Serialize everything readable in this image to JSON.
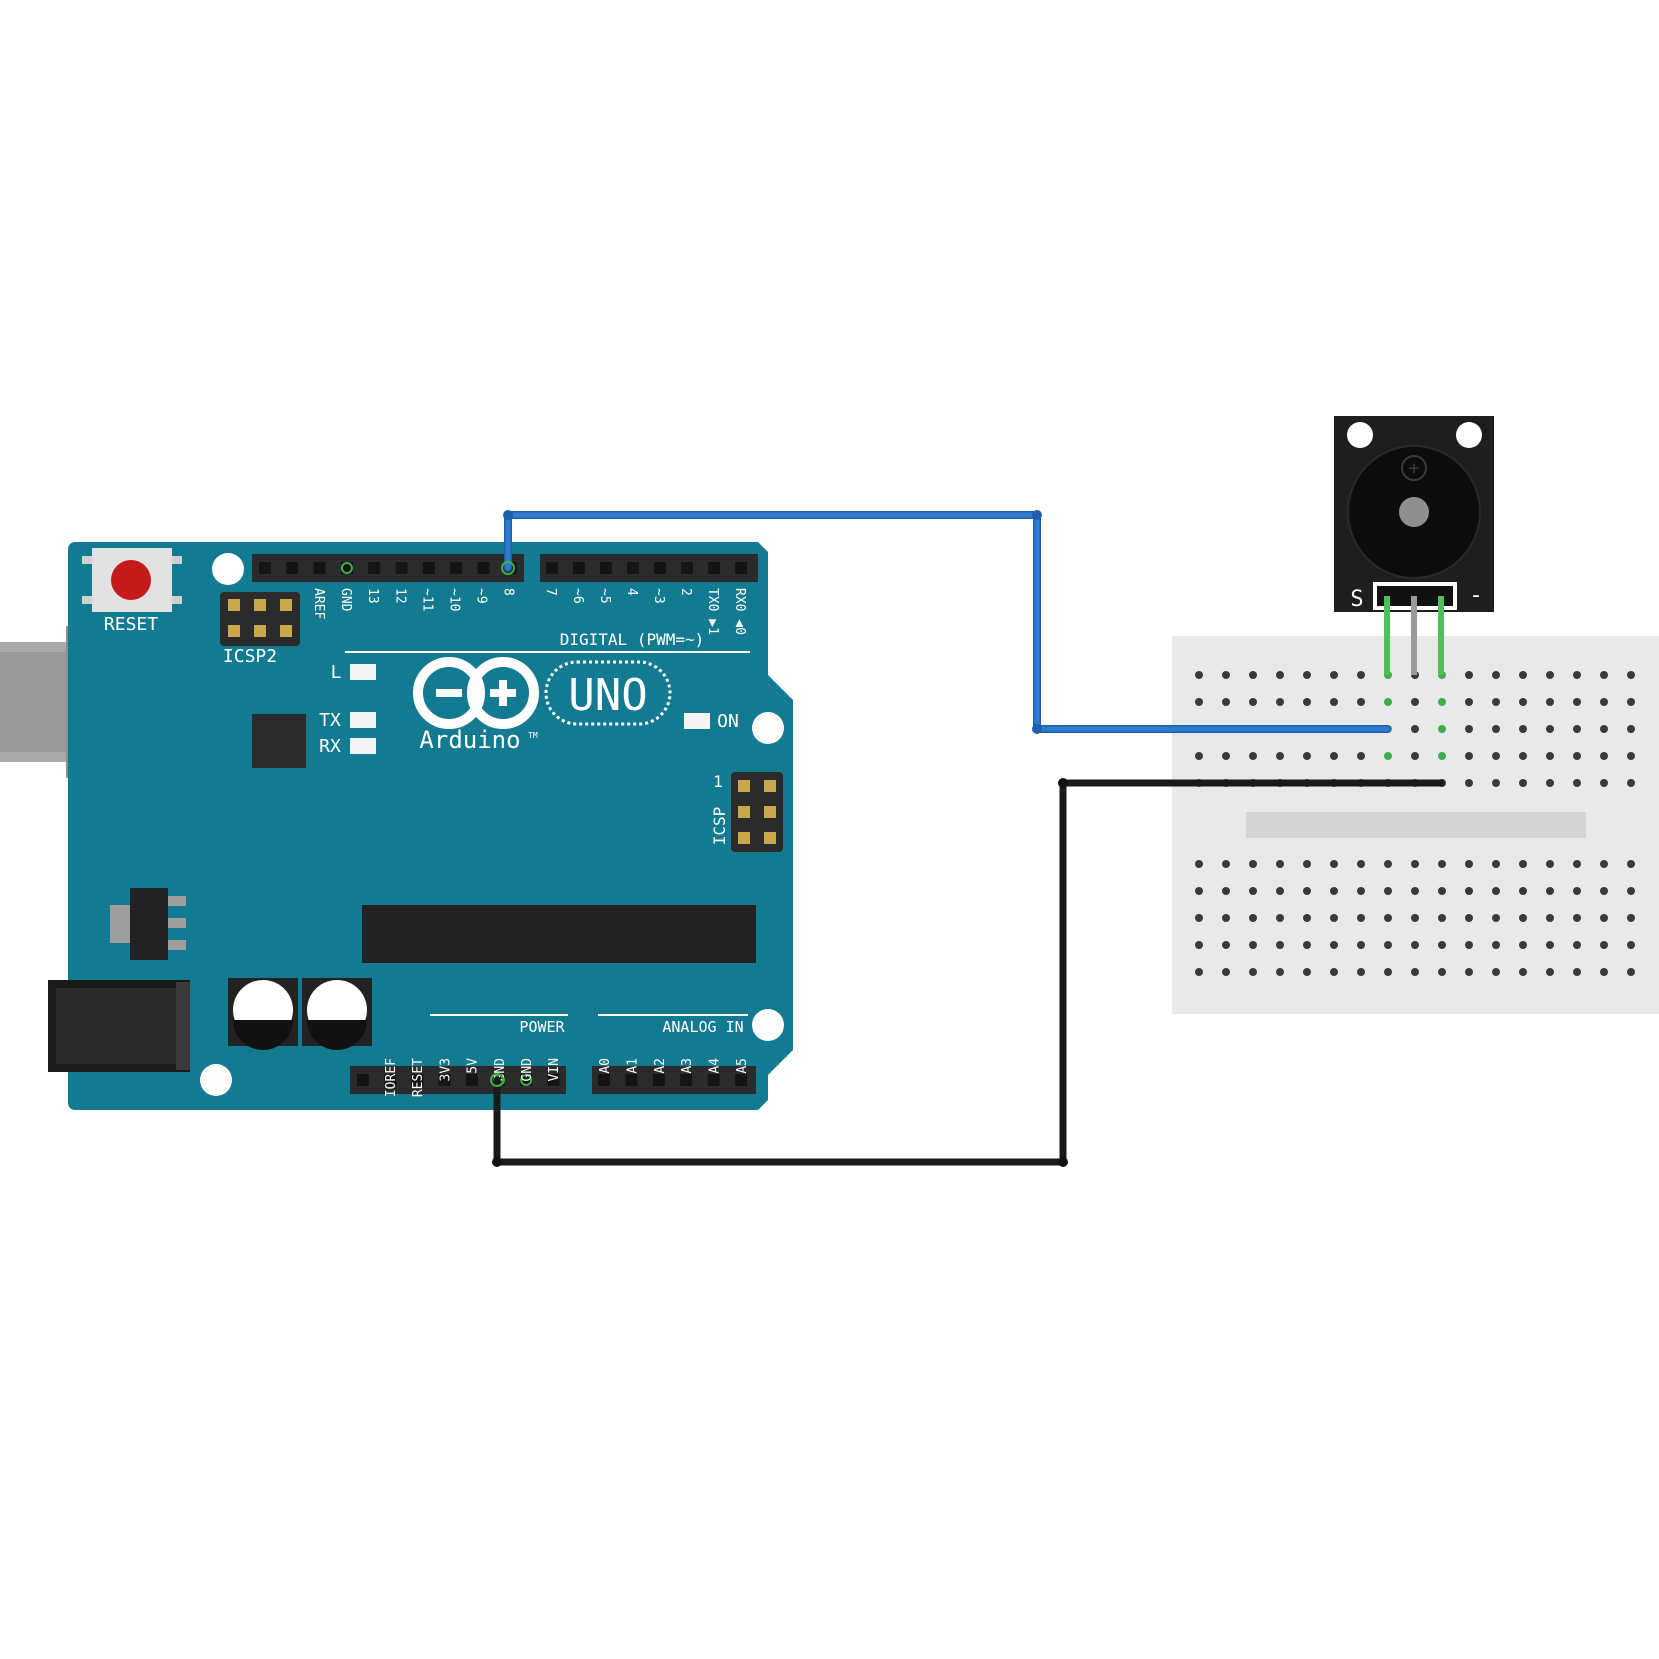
{
  "colors": {
    "board": "#137b91",
    "board_edge": "#0e6a7e",
    "header": "#2b2b2b",
    "pin_hole": "#141414",
    "wire_signal": "#2f7bd0",
    "wire_ground": "#1a1a1a",
    "breadboard": "#e9e9e9",
    "breadboard_hole": "#3a3a3a",
    "connected_pin": "#3fae49",
    "module": "#1e1e1e",
    "reset_button": "#c41a1a"
  },
  "board": {
    "reset_label": "RESET",
    "icsp2_label": "ICSP2",
    "icsp_label": "ICSP",
    "icsp_pin1": "1",
    "led_l": "L",
    "led_tx": "TX",
    "led_rx": "RX",
    "led_on": "ON",
    "logo_text": "Arduino",
    "trademark": "TM",
    "model": "UNO",
    "digital_label": "DIGITAL (PWM=~)",
    "power_label": "POWER",
    "analog_label": "ANALOG IN",
    "digital_pins_left": [
      "AREF",
      "GND",
      "13",
      "12",
      "~11",
      "~10",
      "~9",
      "8"
    ],
    "digital_pins_right": [
      "7",
      "~6",
      "~5",
      "4",
      "~3",
      "2",
      "TX0 ▶1",
      "RX0 ◀0"
    ],
    "power_pins": [
      "IOREF",
      "RESET",
      "3V3",
      "5V",
      "GND",
      "GND",
      "VIN"
    ],
    "analog_pins": [
      "A0",
      "A1",
      "A2",
      "A3",
      "A4",
      "A5"
    ]
  },
  "module": {
    "signal_label": "S",
    "minus_label": "-",
    "plus_symbol": "+"
  },
  "connections": [
    {
      "from": "8",
      "to": "S",
      "color": "blue"
    },
    {
      "from": "GND",
      "to": "-",
      "color": "black"
    }
  ]
}
